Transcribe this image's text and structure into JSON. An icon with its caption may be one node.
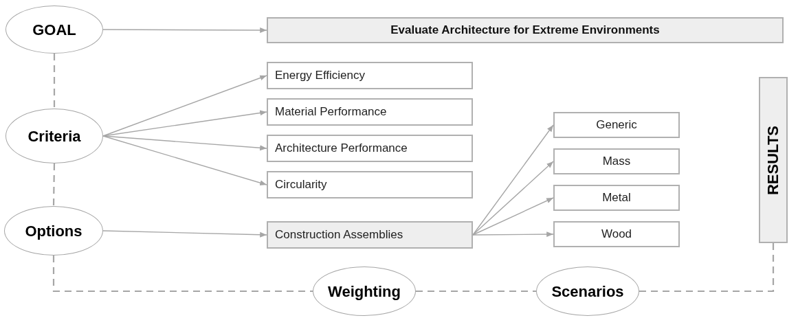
{
  "diagram": {
    "nodes": [
      {
        "text": [
          "GOAL"
        ]
      },
      {
        "text": [
          "Evaluate Architecture for Extreme Environments"
        ]
      },
      {
        "text": [
          "Criteria"
        ]
      },
      {
        "text": [
          "Energy Efficiency"
        ]
      },
      {
        "text": [
          "Material Performance"
        ]
      },
      {
        "text": [
          "Architecture Performance"
        ]
      },
      {
        "text": [
          "Circularity"
        ]
      },
      {
        "text": [
          "Generic"
        ]
      },
      {
        "text": [
          "Mass"
        ]
      },
      {
        "text": [
          "Metal"
        ]
      },
      {
        "text": [
          "RESULTS"
        ]
      },
      {
        "text": [
          "Options"
        ]
      },
      {
        "text": [
          "Construction Assemblies"
        ]
      },
      {
        "text": [
          "Wood"
        ]
      },
      {
        "text": [
          "Weighting"
        ]
      },
      {
        "text": [
          "Scenarios"
        ]
      }
    ],
    "edges": [
      {
        "from": 0,
        "to": 1,
        "arrow": "to"
      },
      {
        "from": 0,
        "to": 2,
        "arrow": "none",
        "style": "dashed"
      },
      {
        "from": 2,
        "to": 3,
        "arrow": "to"
      },
      {
        "from": 2,
        "to": 4,
        "arrow": "to"
      },
      {
        "from": 2,
        "to": 5,
        "arrow": "to"
      },
      {
        "from": 2,
        "to": 6,
        "arrow": "to"
      },
      {
        "from": 2,
        "to": 11,
        "arrow": "none",
        "style": "dashed"
      },
      {
        "from": 11,
        "to": 12,
        "arrow": "to"
      },
      {
        "from": 12,
        "to": 7,
        "arrow": "to"
      },
      {
        "from": 12,
        "to": 8,
        "arrow": "to"
      },
      {
        "from": 12,
        "to": 9,
        "arrow": "to"
      },
      {
        "from": 12,
        "to": 13,
        "arrow": "to"
      },
      {
        "from": 11,
        "to": 14,
        "arrow": "none",
        "style": "dashed"
      },
      {
        "from": 14,
        "to": 15,
        "arrow": "none",
        "style": "dashed"
      },
      {
        "from": 15,
        "to": 10,
        "arrow": "none",
        "style": "dashed"
      }
    ]
  }
}
